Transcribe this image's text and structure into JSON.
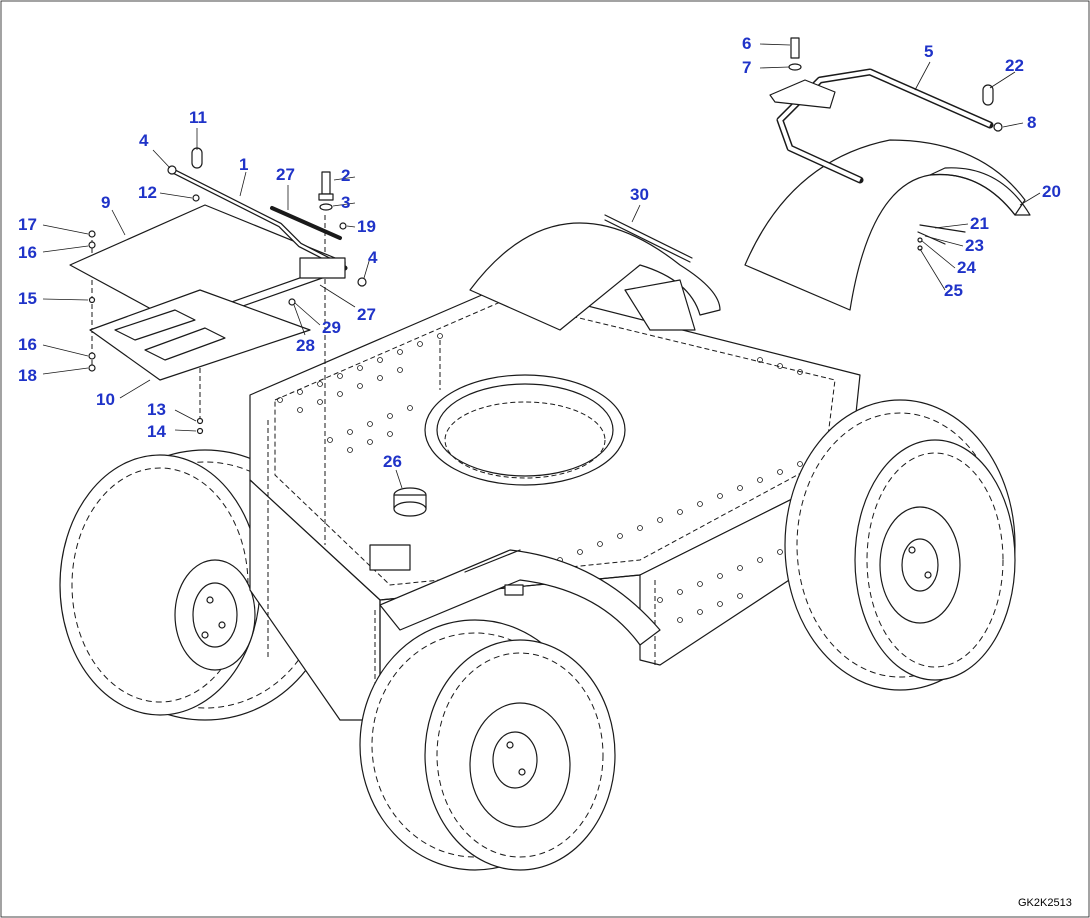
{
  "drawing_code": "GK2K2513",
  "callout_color": "#1f33c8",
  "callouts": [
    {
      "label": "1"
    },
    {
      "label": "2"
    },
    {
      "label": "3"
    },
    {
      "label": "4"
    },
    {
      "label": "4"
    },
    {
      "label": "5"
    },
    {
      "label": "6"
    },
    {
      "label": "7"
    },
    {
      "label": "8"
    },
    {
      "label": "9"
    },
    {
      "label": "10"
    },
    {
      "label": "11"
    },
    {
      "label": "12"
    },
    {
      "label": "13"
    },
    {
      "label": "14"
    },
    {
      "label": "15"
    },
    {
      "label": "16"
    },
    {
      "label": "16"
    },
    {
      "label": "17"
    },
    {
      "label": "18"
    },
    {
      "label": "19"
    },
    {
      "label": "20"
    },
    {
      "label": "21"
    },
    {
      "label": "22"
    },
    {
      "label": "23"
    },
    {
      "label": "24"
    },
    {
      "label": "25"
    },
    {
      "label": "26"
    },
    {
      "label": "27"
    },
    {
      "label": "27"
    },
    {
      "label": "28"
    },
    {
      "label": "29"
    },
    {
      "label": "30"
    }
  ]
}
